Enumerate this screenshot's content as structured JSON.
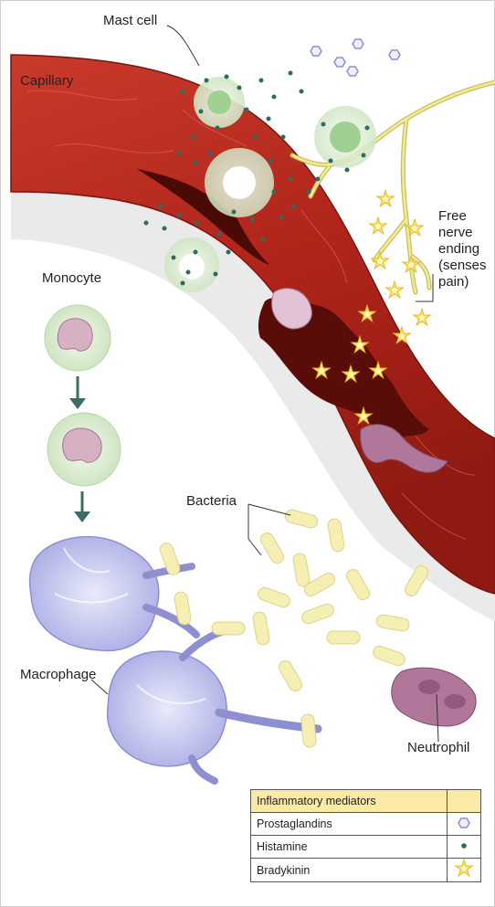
{
  "labels": {
    "mast_cell": "Mast cell",
    "capillary": "Capillary",
    "free_nerve_ending": [
      "Free",
      "nerve",
      "ending",
      "(senses",
      "pain)"
    ],
    "monocyte": "Monocyte",
    "bacteria": "Bacteria",
    "macrophage": "Macrophage",
    "neutrophil": "Neutrophil"
  },
  "legend": {
    "title": "Inflammatory mediators",
    "rows": [
      {
        "label": "Prostaglandins",
        "icon": "hexagon-icon"
      },
      {
        "label": "Histamine",
        "icon": "dot-icon"
      },
      {
        "label": "Bradykinin",
        "icon": "starburst-icon"
      }
    ]
  },
  "colors": {
    "vessel": "#b5281f",
    "vessel_dark": "#5a0d08",
    "nerve": "#f2ec9a",
    "bacteria": "#f6efb4",
    "macrophage": "#c7c9ef",
    "monocyte": "#dff0c9",
    "neutrophil": "#b1779b",
    "histamine": "#2f6b5f",
    "bradykinin": "#f8e25a",
    "prostaglandin": "#8d8fd1",
    "legend_header": "#fbe9a6"
  }
}
